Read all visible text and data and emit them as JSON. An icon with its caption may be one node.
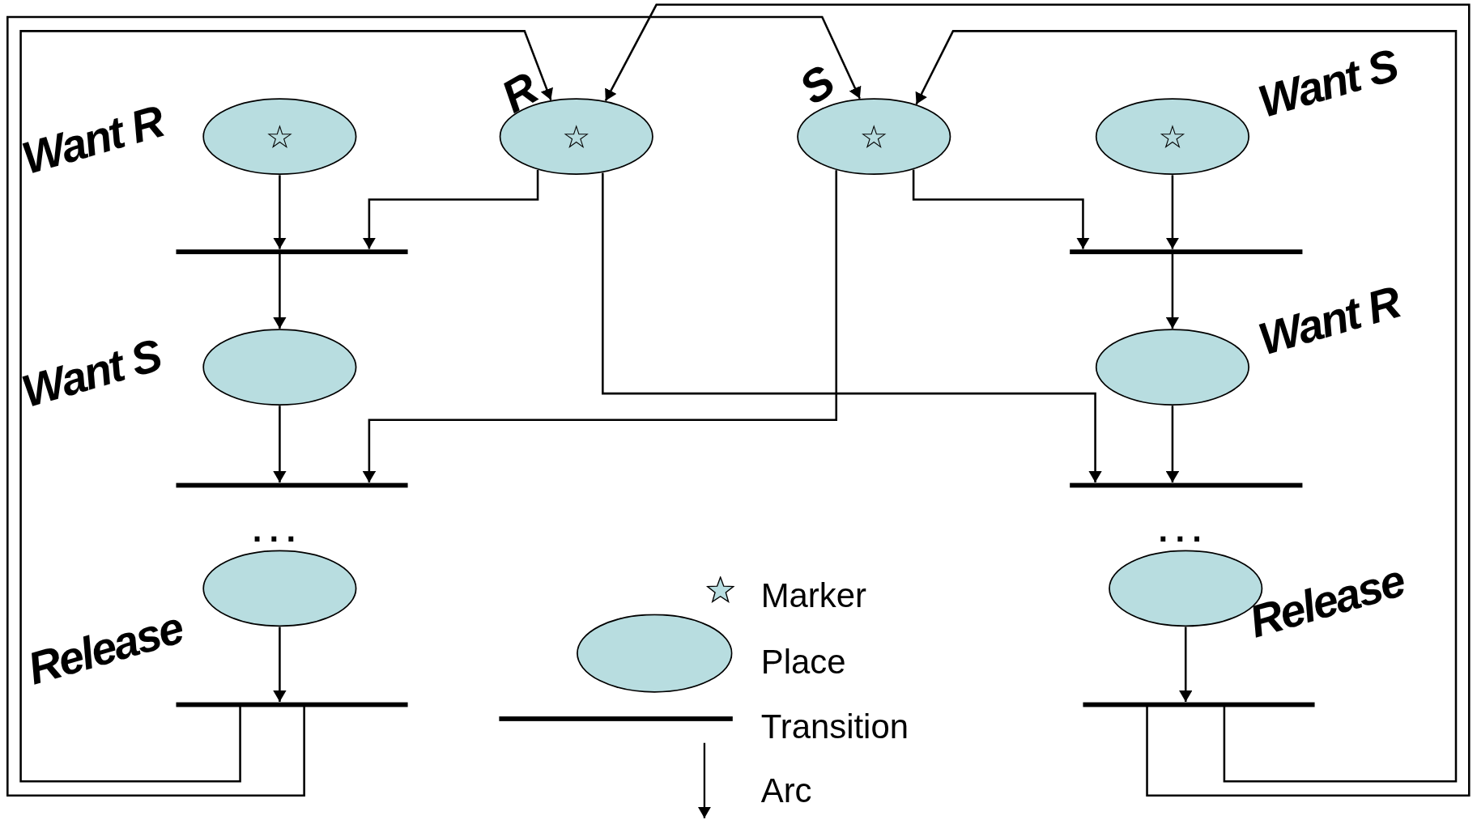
{
  "diagram": {
    "nodes": [
      {
        "text": [
          "☆"
        ],
        "beside": [
          "Want R"
        ]
      },
      {
        "text": [
          "☆"
        ],
        "beside": [
          "R"
        ]
      },
      {
        "text": [
          "☆"
        ],
        "beside": [
          "S"
        ]
      },
      {
        "text": [
          "☆"
        ],
        "beside": [
          "Want S"
        ]
      },
      {
        "text": [],
        "shape": "bar"
      },
      {
        "text": [],
        "shape": "bar"
      },
      {
        "text": [],
        "shape": "ellipse",
        "beside": [
          "Want S"
        ]
      },
      {
        "text": [],
        "shape": "ellipse",
        "beside": [
          "Want R"
        ]
      },
      {
        "text": [],
        "shape": "bar"
      },
      {
        "text": [],
        "shape": "bar"
      },
      {
        "text": [],
        "shape": "ellipse",
        "beside": [
          "Release"
        ]
      },
      {
        "text": [],
        "shape": "ellipse",
        "beside": [
          "Release"
        ]
      },
      {
        "text": [],
        "shape": "bar"
      },
      {
        "text": [],
        "shape": "bar"
      }
    ],
    "edges": [
      {
        "from": 0,
        "to": 4,
        "arrow": "to"
      },
      {
        "from": 1,
        "to": 4,
        "arrow": "to"
      },
      {
        "from": 4,
        "to": 6,
        "arrow": "to"
      },
      {
        "from": 6,
        "to": 8,
        "arrow": "to"
      },
      {
        "from": 2,
        "to": 8,
        "arrow": "to"
      },
      {
        "from": 10,
        "to": 12,
        "arrow": "to"
      },
      {
        "from": 12,
        "to": 1,
        "arrow": "to"
      },
      {
        "from": 12,
        "to": 2,
        "arrow": "to"
      },
      {
        "from": 3,
        "to": 5,
        "arrow": "to"
      },
      {
        "from": 2,
        "to": 5,
        "arrow": "to"
      },
      {
        "from": 5,
        "to": 7,
        "arrow": "to"
      },
      {
        "from": 7,
        "to": 9,
        "arrow": "to"
      },
      {
        "from": 1,
        "to": 9,
        "arrow": "to"
      },
      {
        "from": 11,
        "to": 13,
        "arrow": "to"
      },
      {
        "from": 13,
        "to": 1,
        "arrow": "to"
      },
      {
        "from": 13,
        "to": 2,
        "arrow": "to"
      }
    ],
    "labels": [
      "...",
      "..."
    ],
    "legend": [
      {
        "text": "Marker"
      },
      {
        "text": "Place"
      },
      {
        "text": "Transition"
      },
      {
        "text": "Arc"
      }
    ]
  }
}
